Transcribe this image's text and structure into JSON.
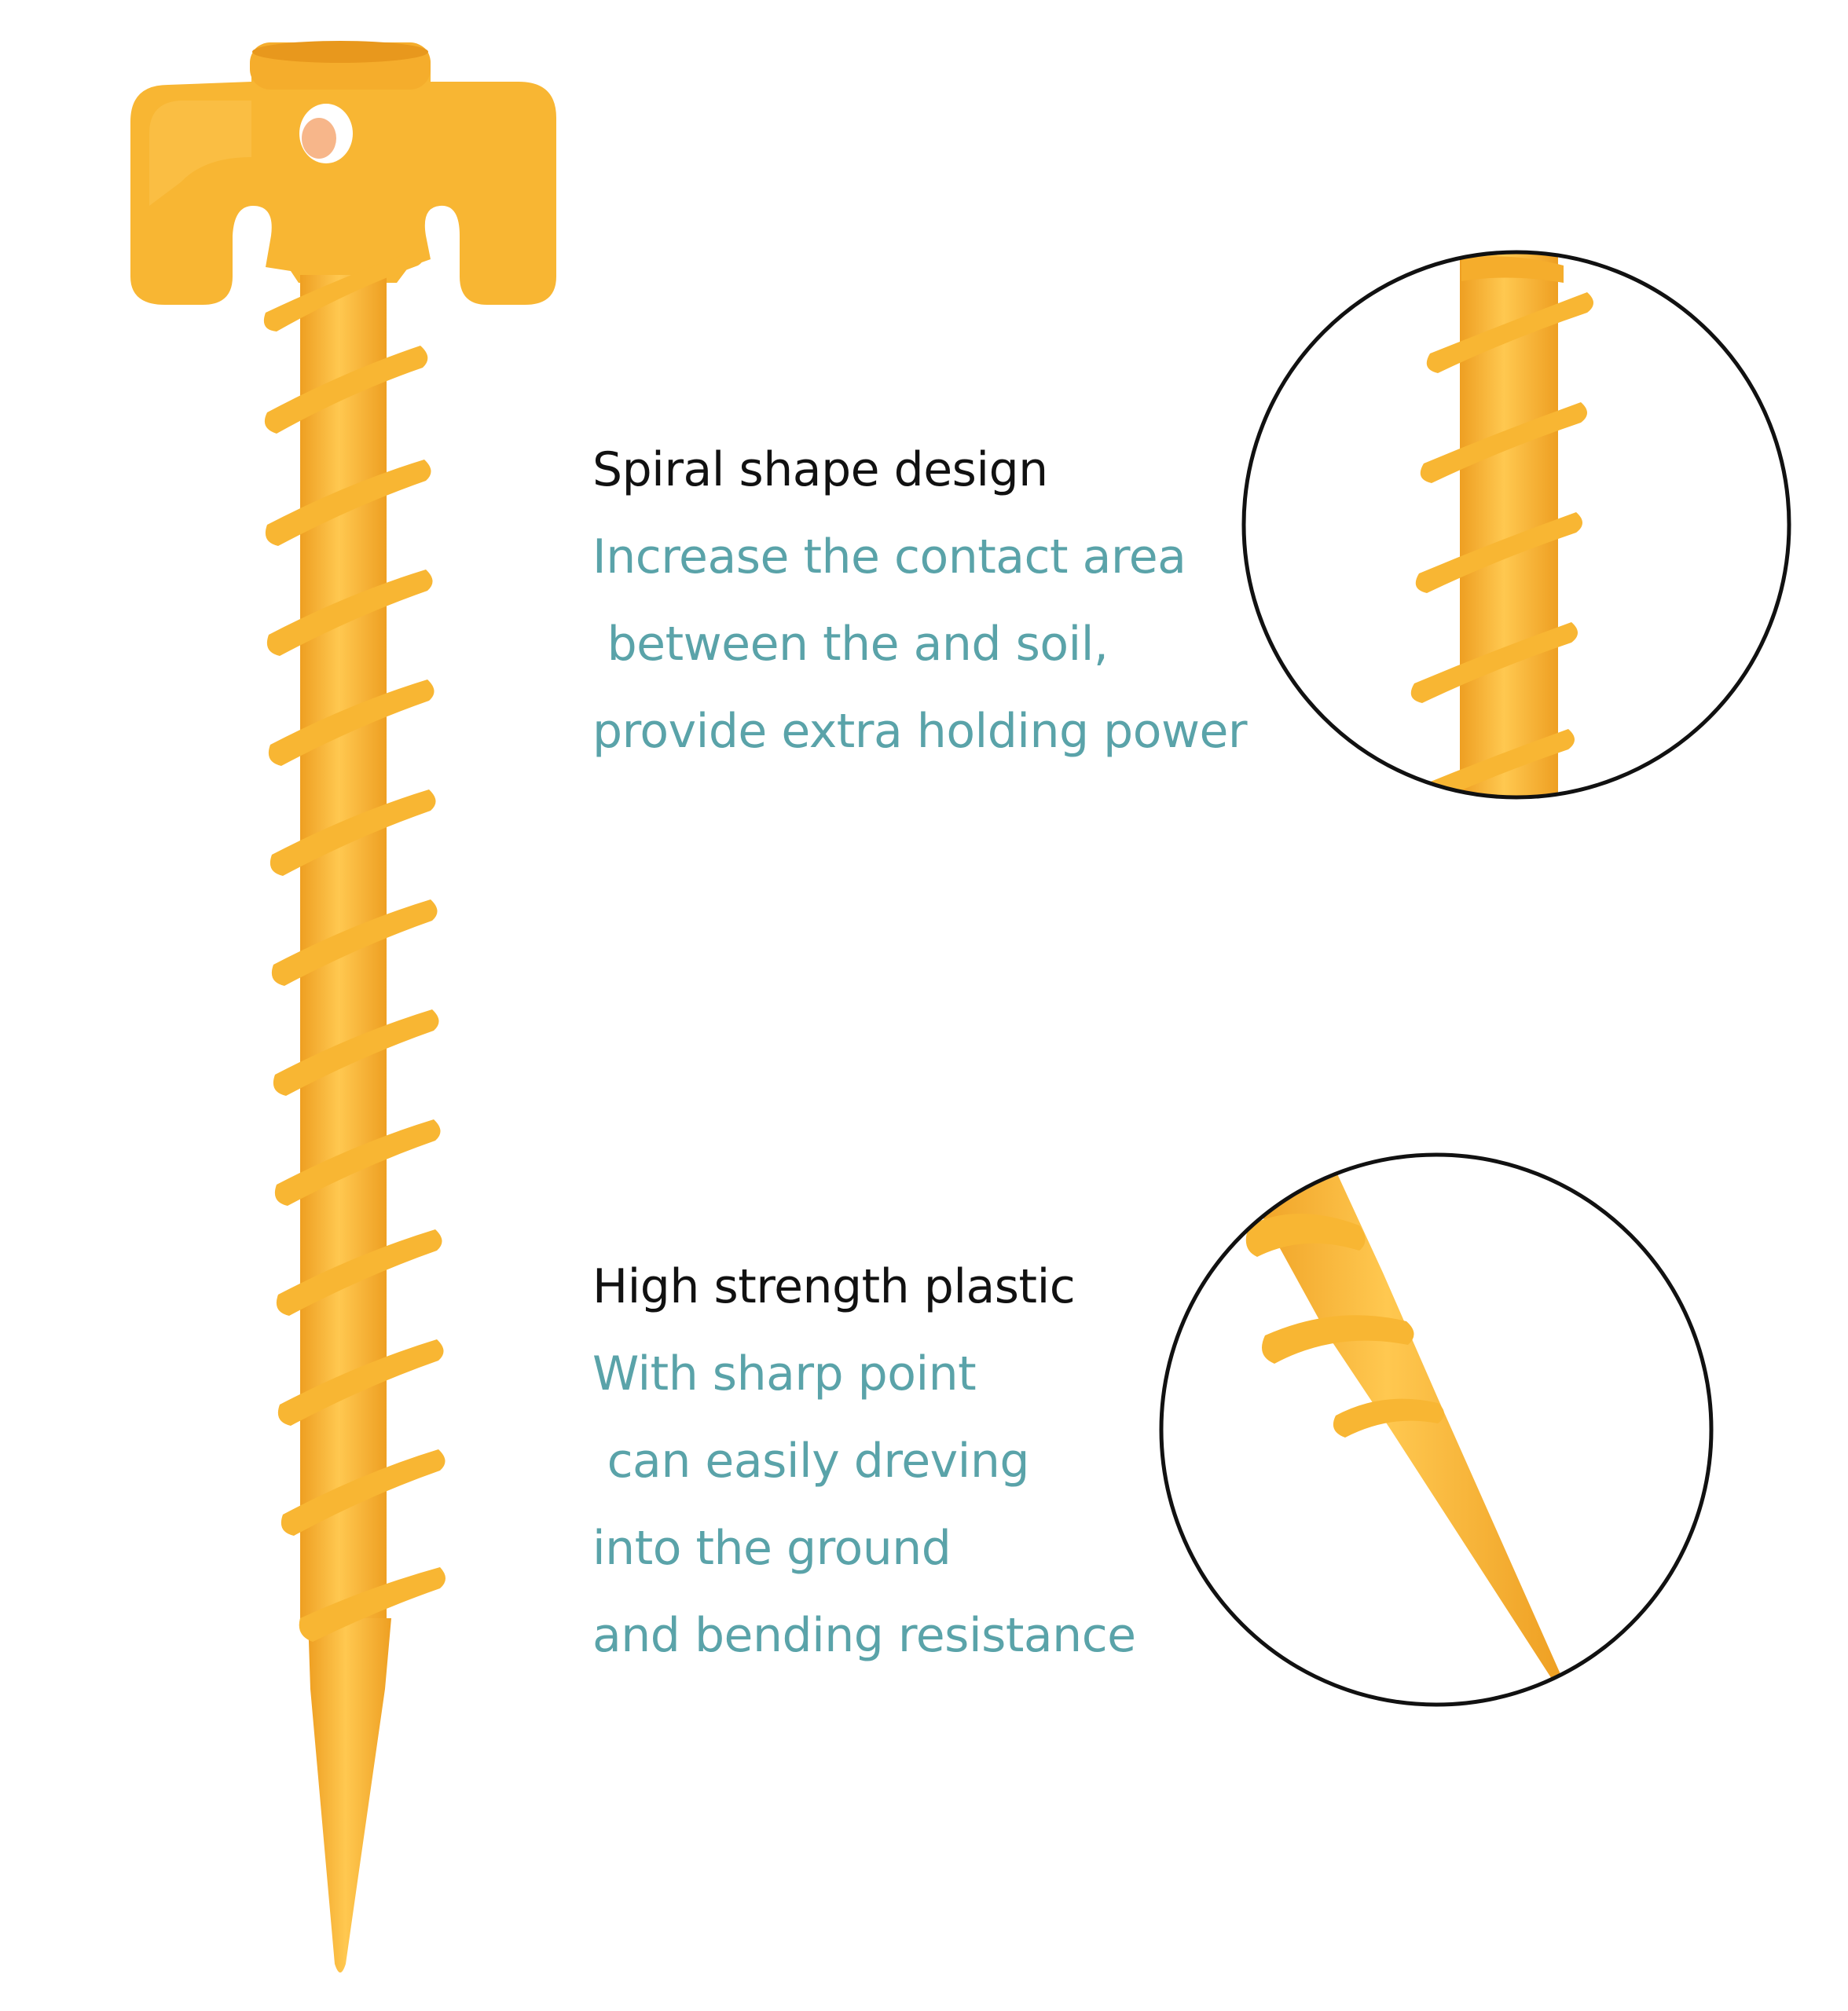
{
  "colors": {
    "stake": "#f8b633",
    "stake_shade": "#e99a1e",
    "stake_highlight": "#ffcf62",
    "heading": "#111111",
    "body_text": "#5aa3a9",
    "circle_outline": "#111111",
    "background": "#ffffff"
  },
  "spiral_section": {
    "heading": "Spiral shape design",
    "lines": [
      "Increase the contact area",
      " between the and soil,",
      "provide extra holding power"
    ]
  },
  "plastic_section": {
    "heading": "High strength plastic",
    "lines": [
      "With sharp point",
      " can easily dreving",
      "into the ground",
      "and bending resistance"
    ]
  }
}
